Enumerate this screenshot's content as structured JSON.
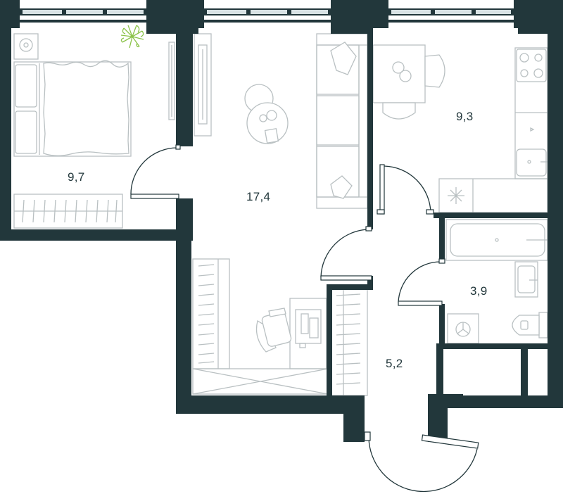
{
  "rooms": [
    {
      "id": "bedroom",
      "area": "9,7"
    },
    {
      "id": "living",
      "area": "17,4"
    },
    {
      "id": "kitchen",
      "area": "9,3"
    },
    {
      "id": "bathroom",
      "area": "3,9"
    },
    {
      "id": "hallway",
      "area": "5,2"
    }
  ],
  "colors": {
    "wall": "#22373b",
    "furniture": "#b9c0c2",
    "plant": "#8bc34a"
  }
}
